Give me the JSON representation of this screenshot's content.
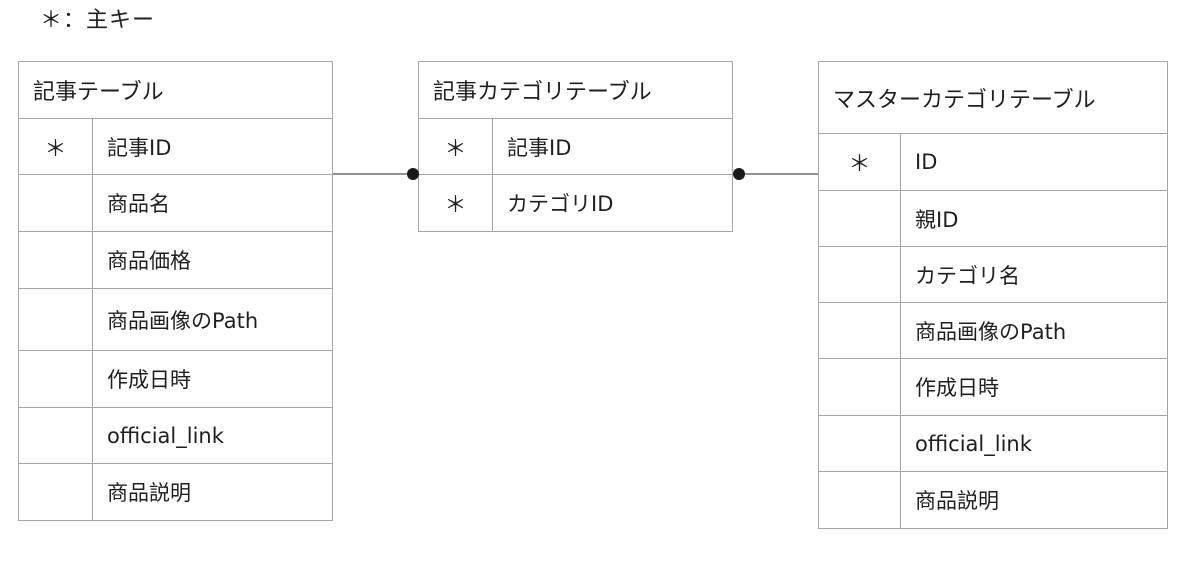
{
  "legend": "＊：主キー",
  "tables": {
    "article": {
      "title": "記事テーブル",
      "rows": [
        {
          "key": "＊",
          "field": "記事ID"
        },
        {
          "key": "",
          "field": "商品名"
        },
        {
          "key": "",
          "field": "商品価格"
        },
        {
          "key": "",
          "field": "商品画像のPath"
        },
        {
          "key": "",
          "field": "作成日時"
        },
        {
          "key": "",
          "field": "official_link"
        },
        {
          "key": "",
          "field": "商品説明"
        }
      ]
    },
    "article_category": {
      "title": "記事カテゴリテーブル",
      "rows": [
        {
          "key": "＊",
          "field": "記事ID"
        },
        {
          "key": "＊",
          "field": "カテゴリID"
        }
      ]
    },
    "master_category": {
      "title": "マスターカテゴリテーブル",
      "rows": [
        {
          "key": "＊",
          "field": "ID"
        },
        {
          "key": "",
          "field": "親ID"
        },
        {
          "key": "",
          "field": "カテゴリ名"
        },
        {
          "key": "",
          "field": "商品画像のPath"
        },
        {
          "key": "",
          "field": "作成日時"
        },
        {
          "key": "",
          "field": "official_link"
        },
        {
          "key": "",
          "field": "商品説明"
        }
      ]
    }
  }
}
